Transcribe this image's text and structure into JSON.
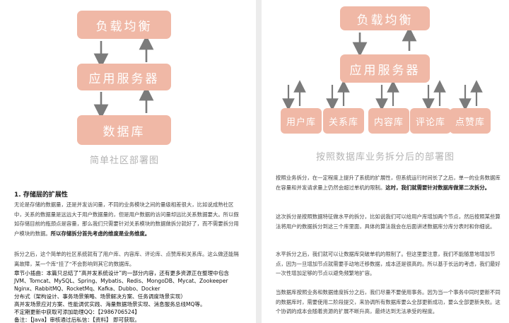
{
  "left_diagram": {
    "boxes": [
      "负载均衡",
      "应用服务器",
      "数据库"
    ],
    "caption": "简单社区部署图"
  },
  "right_diagram": {
    "top_boxes": [
      "负载均衡",
      "应用服务器"
    ],
    "db_boxes": [
      "用户库",
      "关系库",
      "内容库",
      "评论库",
      "点赞库"
    ],
    "caption": "按照数据库业务拆分后的部署图"
  },
  "left_text": {
    "heading": "1. 存储层的扩展性",
    "p1": "无论是存储的数据量，还是并发访问量，不同的业务模块之间的量级相差很大，比如说成熟社区中，关系的数据量是远远大于用户数据量的，但是用户数据的访问量却远比关系数据要大。所以假如存储目前的瓶颈点是容量，那么我们只需要针对关系模块的数据做拆分就好了，而不需要拆分用户模块的数据。",
    "p1_bold": "所以存储拆分首先考虑的维度是业务维度。",
    "p2": "拆分之后，这个简单的社区系统就有了用户库、内容库、评论库、点赞库和关系库。这么做还能隔离故障，某一个库“挂了”不会影响到其它的数据库。",
    "notes": [
      "章节小插曲：本篇只总结了“高并发系统设计”的一部分内容，还有更多资源正在整理中包含",
      "JVM、Tomcat、MySQL、Spring、Mybatis、Redis、MongoDB、Mycat、Zookeeper",
      "Nginx、RabbitMQ、RocketMq、Kafka、Dubbo、Docker",
      "分布式（架构设计、事务场景策略、场景解决方案、任务调度场景实现）",
      "高并发场景应对方案、性能调优实践、海量数据场景实现、消息服务总线MQ等。",
      "不定期更新中获取可添加助理QQ：【2986706524】",
      "备注：【Java】审核通过后私信：【资料】 即可获取。"
    ]
  },
  "right_text": {
    "p1": "按照业务拆分，在一定程度上提升了系统的扩展性，但系统运行时间长了之后，单一的业务数据库在容量和并发请求量上仍然会超过单机的限制。",
    "p1_bold": "这时，我们就需要针对数据库做第二次拆分。",
    "p2": "这次拆分是按照数据特征做水平的拆分，比如说我们可以给用户库增加两个节点，然后按照某些算法将用户的数据拆分到这三个库里面，具体的算法我会在后面讲述数据库分库分表时和你细说。",
    "p3": "水平拆分之后，我们就可以让数据库突破单机的限制了。但这里要注意，我们不能随意地增加节点，因为一旦增加节点就需要手动地迁移数据，成本还是很高的。所以基于长远的考虑，我们最好一次性增加足够的节点以避免频繁地扩容。",
    "p4": "当数据库按照业务和数据维度拆分之后，我们尽量不要使用事务。因为当一个事务中同时更新不同的数据库时，需要使用二阶段提交，来协调所有数据库要么全部更新成功，要么全部更新失败。这个协调的成本会随着资源的扩展不断升高，最终达到无法承受的程度。"
  },
  "colors": {
    "box_fill": "#f0b8a6",
    "box_text": "#ffffff",
    "arrow": "#7b7b7b",
    "caption": "#b3b3b3"
  }
}
